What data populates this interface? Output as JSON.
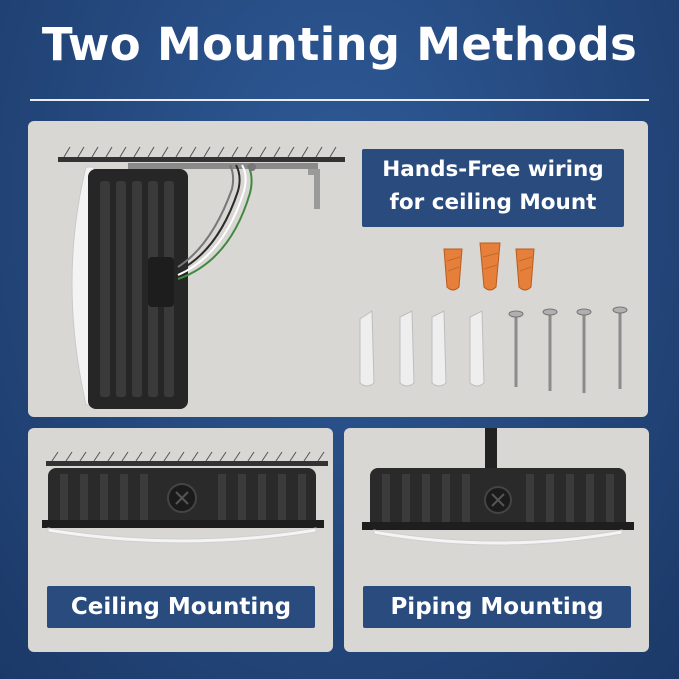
{
  "title": "Two Mounting Methods",
  "panels": {
    "top": {
      "label_line1": "Hands-Free wiring",
      "label_line2": "for ceiling Mount"
    },
    "ceiling": {
      "label": "Ceiling Mounting"
    },
    "piping": {
      "label": "Piping Mounting"
    }
  },
  "colors": {
    "background": "#24487d",
    "panel": "#d9d7d4",
    "label_box": "#2a4b7e",
    "wire_nut": "#e57f3a",
    "fixture": "#2b2b2b"
  }
}
